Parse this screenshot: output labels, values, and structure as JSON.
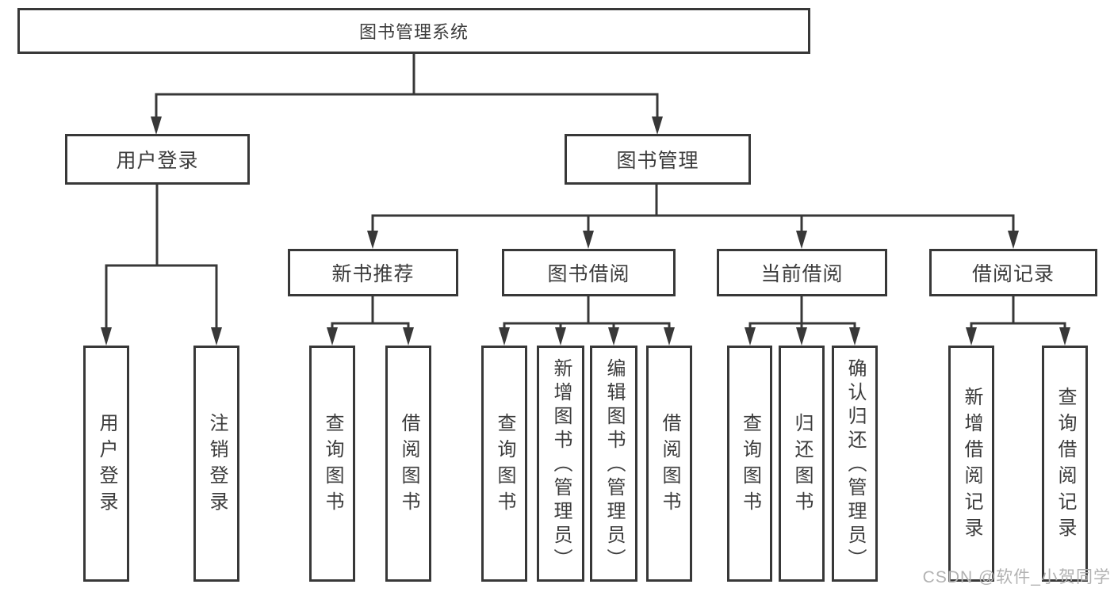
{
  "diagram": {
    "type": "hierarchy",
    "colors": {
      "line": "#383838",
      "box_border": "#383838",
      "box_fill": "#ffffff",
      "text": "#3c3c3c",
      "watermark_text": "#b2b2b2"
    },
    "watermark": "CSDN @软件_小贺同学",
    "tree": {
      "label": "图书管理系统",
      "children": [
        {
          "label": "用户登录",
          "children": [
            {
              "label": "用户登录"
            },
            {
              "label": "注销登录"
            }
          ]
        },
        {
          "label": "图书管理",
          "children": [
            {
              "label": "新书推荐",
              "children": [
                {
                  "label": "查询图书"
                },
                {
                  "label": "借阅图书"
                }
              ]
            },
            {
              "label": "图书借阅",
              "children": [
                {
                  "label": "查询图书"
                },
                {
                  "label": "新增图书（管理员）"
                },
                {
                  "label": "编辑图书（管理员）"
                },
                {
                  "label": "借阅图书"
                }
              ]
            },
            {
              "label": "当前借阅",
              "children": [
                {
                  "label": "查询图书"
                },
                {
                  "label": "归还图书"
                },
                {
                  "label": "确认归还（管理员）"
                }
              ]
            },
            {
              "label": "借阅记录",
              "children": [
                {
                  "label": "新增借阅记录"
                },
                {
                  "label": "查询借阅记录"
                }
              ]
            }
          ]
        }
      ]
    }
  }
}
